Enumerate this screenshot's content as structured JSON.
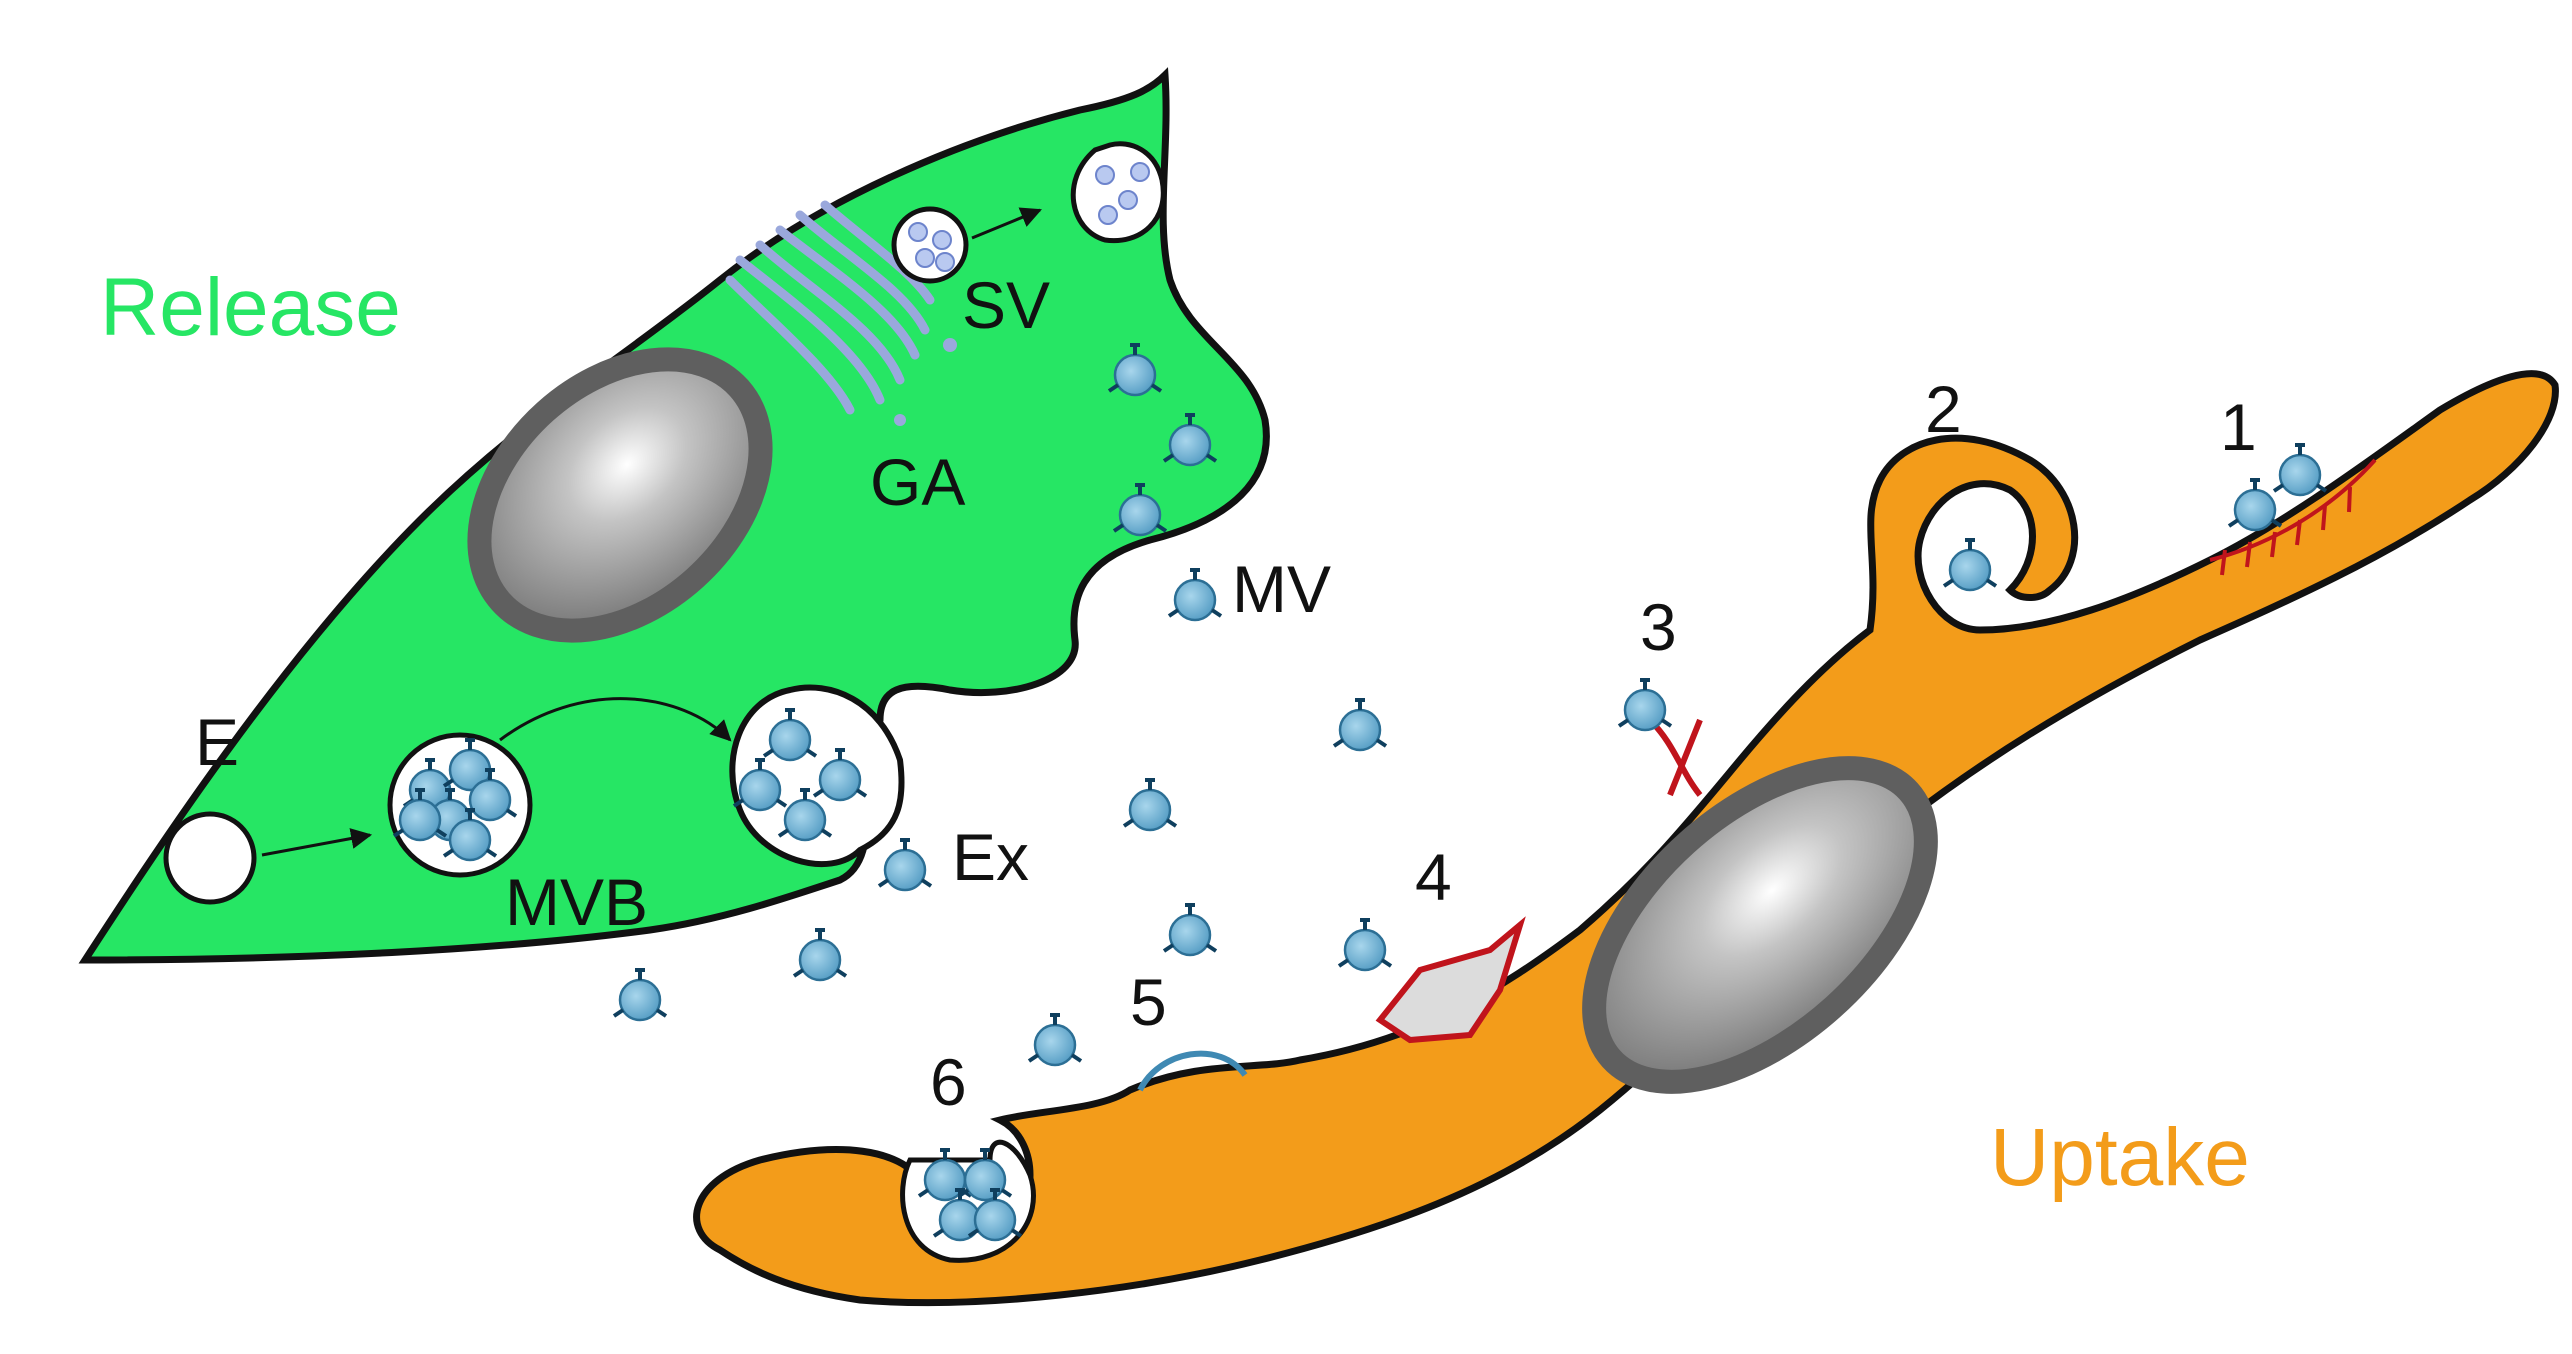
{
  "labels": {
    "release": "Release",
    "uptake": "Uptake",
    "sv": "SV",
    "ga": "GA",
    "mv": "MV",
    "e": "E",
    "mvb": "MVB",
    "ex": "Ex",
    "n1": "1",
    "n2": "2",
    "n3": "3",
    "n4": "4",
    "n5": "5",
    "n6": "6"
  },
  "colors": {
    "release_cell": "#26e664",
    "uptake_cell": "#f39c1a",
    "release_text": "#26e664",
    "uptake_text": "#f39c1a",
    "vesicle": "#5ea9cf",
    "receptor": "#c0141c",
    "golgi": "#9aa8dc",
    "outline": "#111111"
  }
}
